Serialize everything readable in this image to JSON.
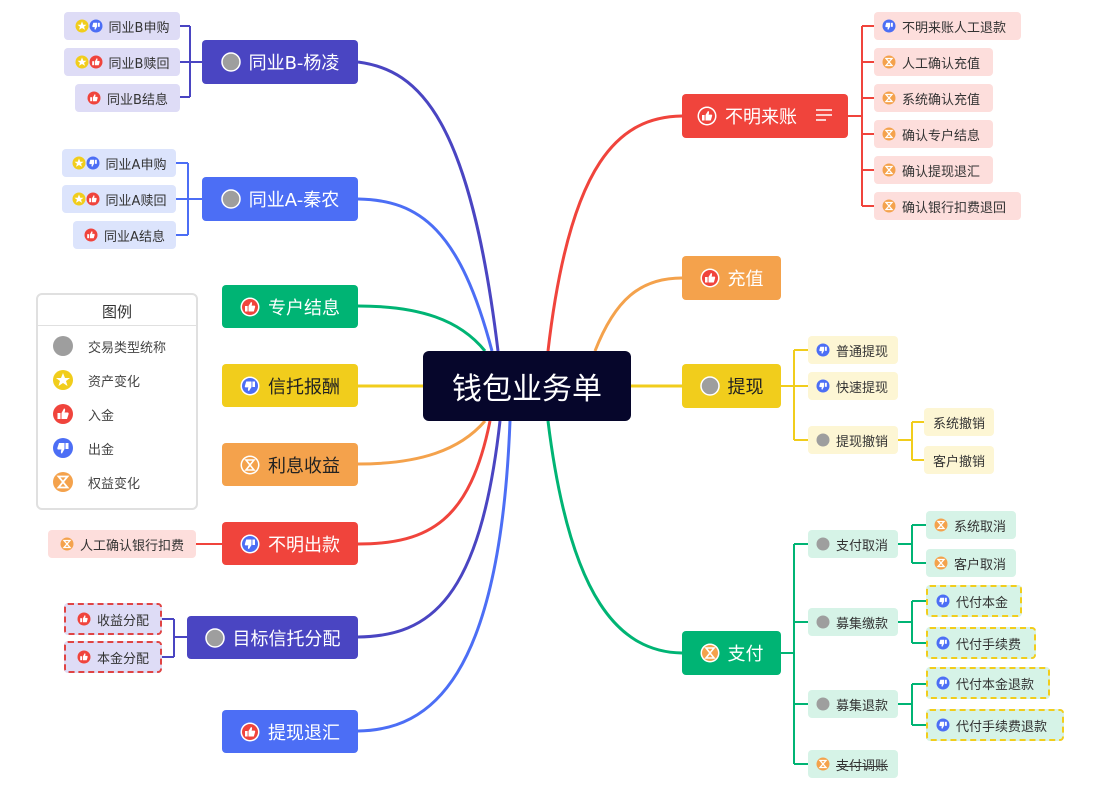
{
  "root": {
    "label": "钱包业务单"
  },
  "colors": {
    "purple": "#4a45c2",
    "blue": "#4c6ef5",
    "green": "#00b474",
    "yellow": "#f1cd1c",
    "orange": "#f4a24c",
    "red": "#f0443c",
    "gray_icon": "#9e9e9e",
    "purple_sub_bg": "#dedcf6",
    "blue_sub_bg": "#dce4fc",
    "red_sub_bg": "#fddedc",
    "orange_sub_bg": "#fde9d5",
    "yellow_sub_bg": "#fdf6d4",
    "green_sub_bg": "#d6f3e7"
  },
  "legend": {
    "title": "图例",
    "items": [
      {
        "icon": "gray-circle-icon",
        "label": "交易类型统称"
      },
      {
        "icon": "star-icon",
        "label": "资产变化"
      },
      {
        "icon": "thumbs-up-icon",
        "label": "入金"
      },
      {
        "icon": "thumbs-down-icon",
        "label": "出金"
      },
      {
        "icon": "hourglass-icon",
        "label": "权益变化"
      }
    ]
  },
  "left": [
    {
      "label": "同业B-杨凌",
      "icon": "gray-circle-icon",
      "children": [
        {
          "label": "同业B申购",
          "icons": [
            "star-icon",
            "thumbs-down-icon"
          ]
        },
        {
          "label": "同业B赎回",
          "icons": [
            "star-icon",
            "thumbs-up-icon"
          ]
        },
        {
          "label": "同业B结息",
          "icons": [
            "thumbs-up-icon"
          ]
        }
      ]
    },
    {
      "label": "同业A-秦农",
      "icon": "gray-circle-icon",
      "children": [
        {
          "label": "同业A申购",
          "icons": [
            "star-icon",
            "thumbs-down-icon"
          ]
        },
        {
          "label": "同业A赎回",
          "icons": [
            "star-icon",
            "thumbs-up-icon"
          ]
        },
        {
          "label": "同业A结息",
          "icons": [
            "thumbs-up-icon"
          ]
        }
      ]
    },
    {
      "label": "专户结息",
      "icon": "thumbs-up-icon",
      "children": []
    },
    {
      "label": "信托报酬",
      "icon": "thumbs-down-icon",
      "children": []
    },
    {
      "label": "利息收益",
      "icon": "hourglass-icon",
      "children": []
    },
    {
      "label": "不明出款",
      "icon": "thumbs-down-icon",
      "children": [
        {
          "label": "人工确认银行扣费",
          "icons": [
            "hourglass-icon"
          ]
        }
      ]
    },
    {
      "label": "目标信托分配",
      "icon": "gray-circle-icon",
      "children": [
        {
          "label": "收益分配",
          "icons": [
            "thumbs-up-icon"
          ]
        },
        {
          "label": "本金分配",
          "icons": [
            "thumbs-up-icon"
          ]
        }
      ]
    },
    {
      "label": "提现退汇",
      "icon": "thumbs-up-icon",
      "children": []
    }
  ],
  "right": [
    {
      "label": "不明来账",
      "icon": "thumbs-up-icon",
      "has_notes_icon": true,
      "children": [
        {
          "label": "不明来账人工退款",
          "icons": [
            "thumbs-down-icon"
          ]
        },
        {
          "label": "人工确认充值",
          "icons": [
            "hourglass-icon"
          ]
        },
        {
          "label": "系统确认充值",
          "icons": [
            "hourglass-icon"
          ]
        },
        {
          "label": "确认专户结息",
          "icons": [
            "hourglass-icon"
          ]
        },
        {
          "label": "确认提现退汇",
          "icons": [
            "hourglass-icon"
          ]
        },
        {
          "label": "确认银行扣费退回",
          "icons": [
            "hourglass-icon"
          ]
        }
      ]
    },
    {
      "label": "充值",
      "icon": "thumbs-up-icon",
      "children": []
    },
    {
      "label": "提现",
      "icon": "gray-circle-icon",
      "children": [
        {
          "label": "普通提现",
          "icons": [
            "thumbs-down-icon"
          ]
        },
        {
          "label": "快速提现",
          "icons": [
            "thumbs-down-icon"
          ]
        },
        {
          "label": "提现撤销",
          "icons": [
            "gray-circle-icon"
          ],
          "children": [
            {
              "label": "系统撤销"
            },
            {
              "label": "客户撤销"
            }
          ]
        }
      ]
    },
    {
      "label": "支付",
      "icon": "hourglass-icon",
      "children": [
        {
          "label": "支付取消",
          "icons": [
            "gray-circle-icon"
          ],
          "children": [
            {
              "label": "系统取消",
              "icons": [
                "hourglass-icon"
              ]
            },
            {
              "label": "客户取消",
              "icons": [
                "hourglass-icon"
              ]
            }
          ]
        },
        {
          "label": "募集缴款",
          "icons": [
            "gray-circle-icon"
          ],
          "children": [
            {
              "label": "代付本金",
              "icons": [
                "thumbs-down-icon"
              ]
            },
            {
              "label": "代付手续费",
              "icons": [
                "thumbs-down-icon"
              ]
            }
          ]
        },
        {
          "label": "募集退款",
          "icons": [
            "gray-circle-icon"
          ],
          "children": [
            {
              "label": "代付本金退款",
              "icons": [
                "thumbs-down-icon"
              ]
            },
            {
              "label": "代付手续费退款",
              "icons": [
                "thumbs-down-icon"
              ]
            }
          ]
        },
        {
          "label": "支付调账",
          "icons": [
            "hourglass-icon"
          ],
          "struck": true
        }
      ]
    }
  ]
}
